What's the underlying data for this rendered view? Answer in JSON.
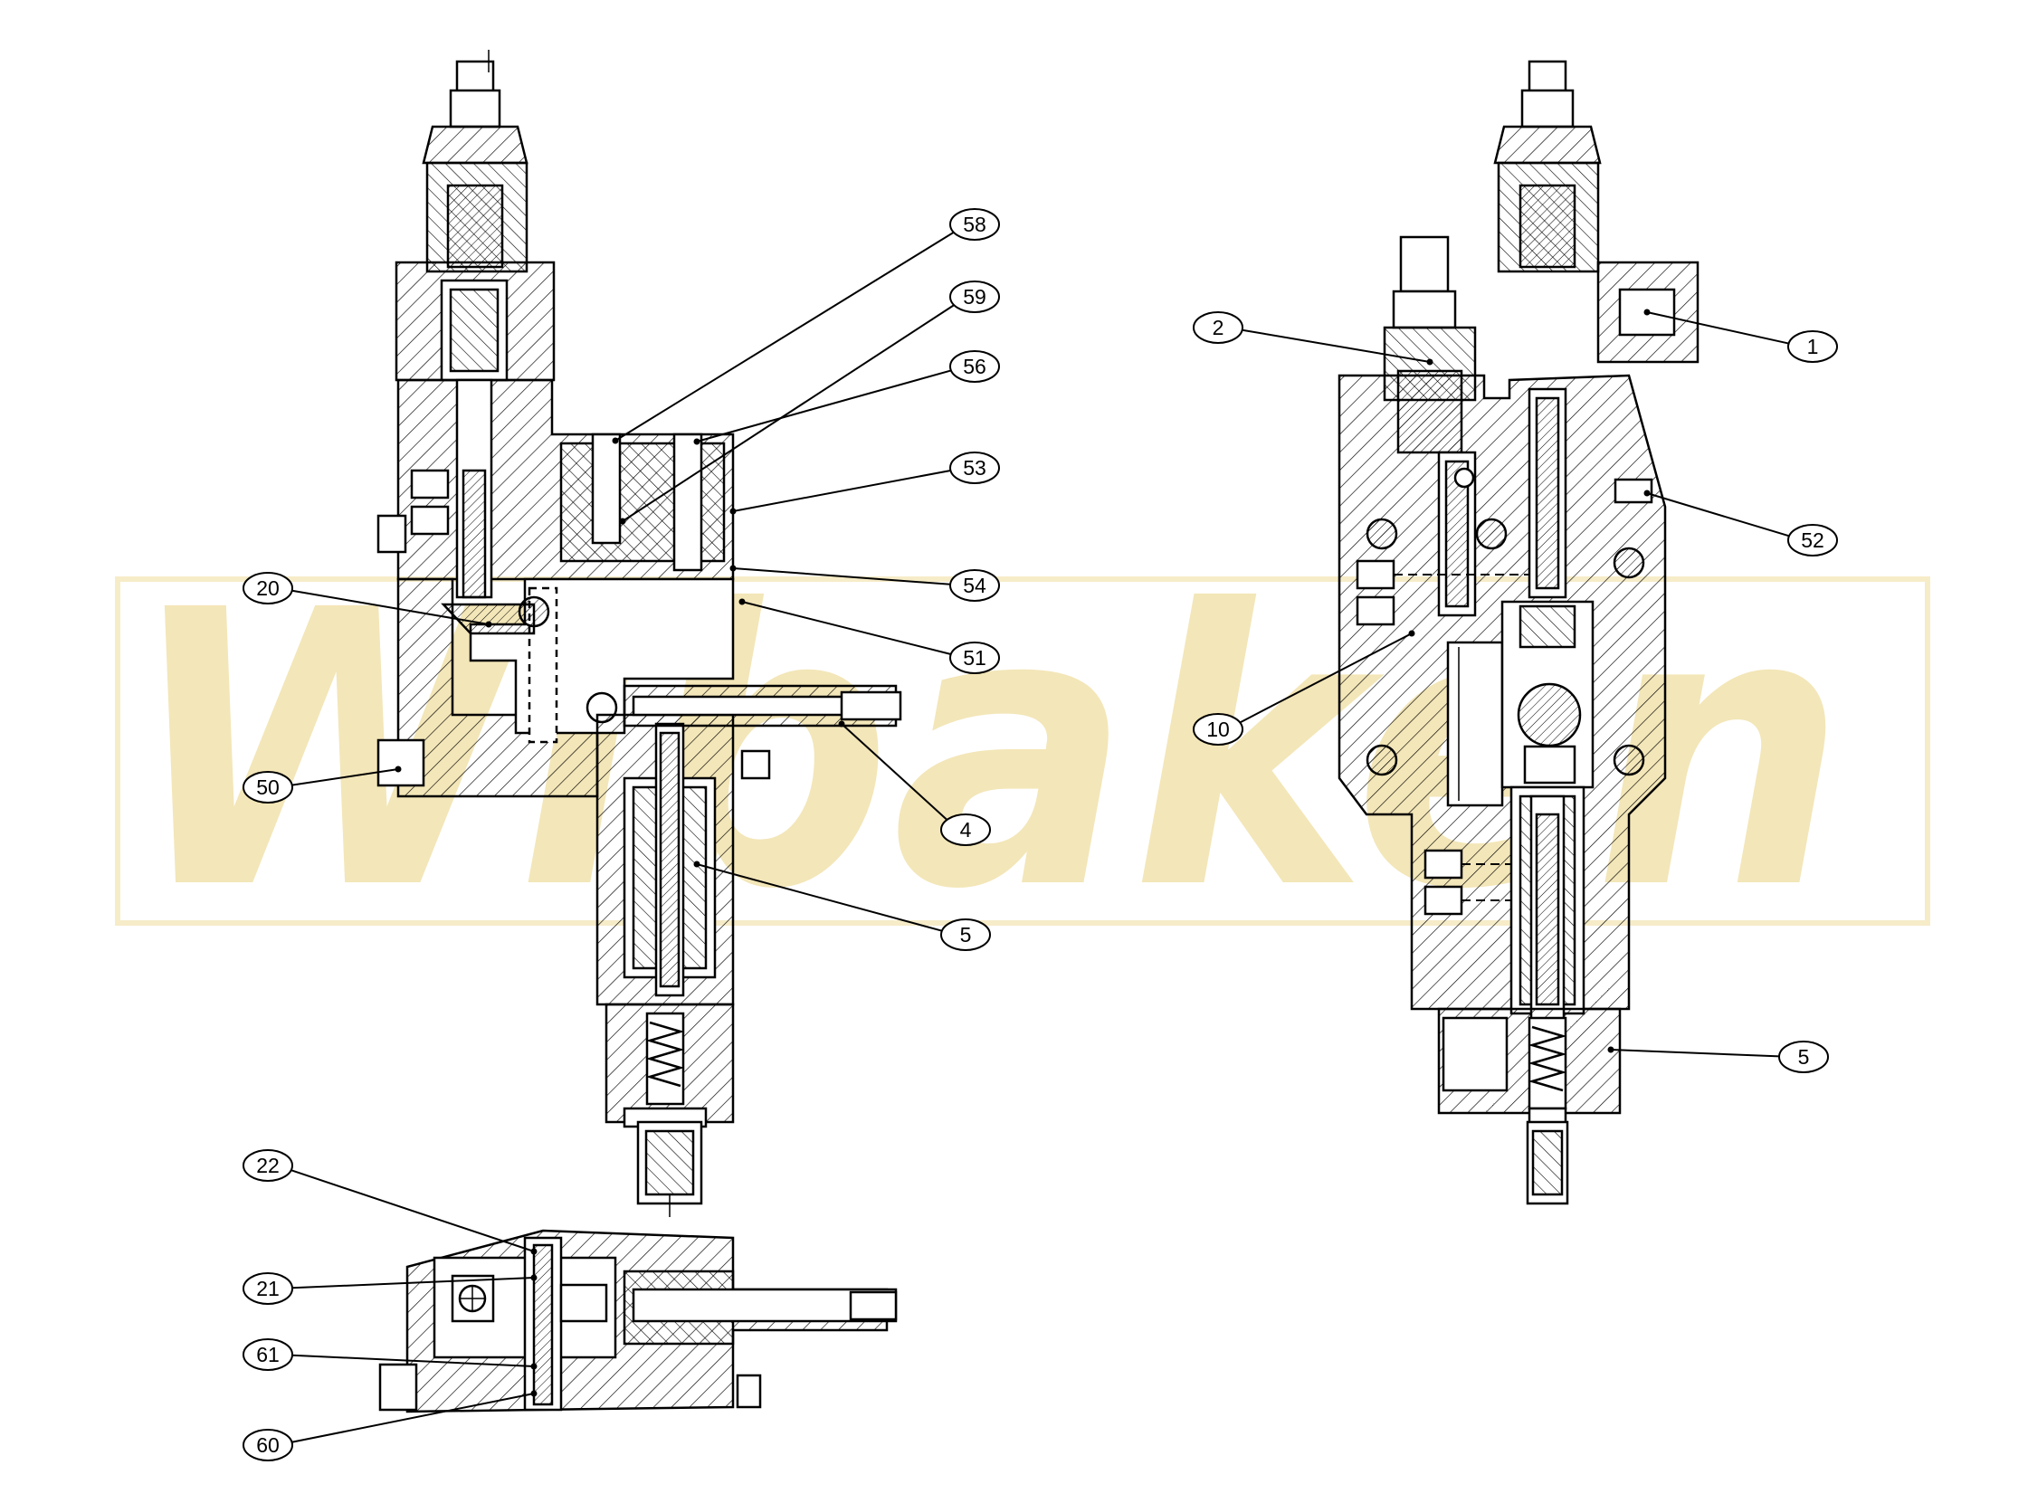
{
  "watermark": {
    "text": "Wibaken",
    "color": "#f3e6b8"
  },
  "colors": {
    "line": "#000000",
    "hatch": "#000000",
    "background": "#ffffff"
  },
  "callouts": [
    {
      "id": "c58",
      "label": "58"
    },
    {
      "id": "c59",
      "label": "59"
    },
    {
      "id": "c56",
      "label": "56"
    },
    {
      "id": "c53",
      "label": "53"
    },
    {
      "id": "c54",
      "label": "54"
    },
    {
      "id": "c51",
      "label": "51"
    },
    {
      "id": "c20",
      "label": "20"
    },
    {
      "id": "c50",
      "label": "50"
    },
    {
      "id": "c4",
      "label": "4"
    },
    {
      "id": "c5a",
      "label": "5"
    },
    {
      "id": "c22",
      "label": "22"
    },
    {
      "id": "c21",
      "label": "21"
    },
    {
      "id": "c61",
      "label": "61"
    },
    {
      "id": "c60",
      "label": "60"
    },
    {
      "id": "c2",
      "label": "2"
    },
    {
      "id": "c1",
      "label": "1"
    },
    {
      "id": "c52",
      "label": "52"
    },
    {
      "id": "c10",
      "label": "10"
    },
    {
      "id": "c5b",
      "label": "5"
    }
  ]
}
